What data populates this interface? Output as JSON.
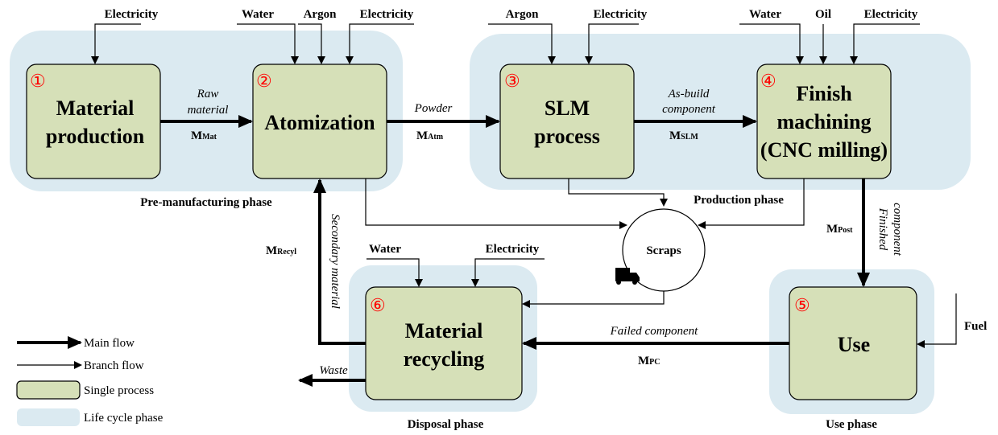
{
  "processes": {
    "p1": {
      "number": "①",
      "line1": "Material",
      "line2": "production"
    },
    "p2": {
      "number": "②",
      "line1": "Atomization"
    },
    "p3": {
      "number": "③",
      "line1": "SLM",
      "line2": "process"
    },
    "p4": {
      "number": "④",
      "line1": "Finish",
      "line2": "machining",
      "line3": "(CNC milling)"
    },
    "p5": {
      "number": "⑤",
      "line1": "Use"
    },
    "p6": {
      "number": "⑥",
      "line1": "Material",
      "line2": "recycling"
    }
  },
  "inputs": {
    "p1_electricity": "Electricity",
    "p2_water": "Water",
    "p2_argon": "Argon",
    "p2_electricity": "Electricity",
    "p3_argon": "Argon",
    "p3_electricity": "Electricity",
    "p4_water": "Water",
    "p4_oil": "Oil",
    "p4_electricity": "Electricity",
    "p6_water": "Water",
    "p6_electricity": "Electricity",
    "p5_fuel": "Fuel"
  },
  "flows": {
    "raw_material_1": "Raw",
    "raw_material_2": "material",
    "m_mat": "M",
    "m_mat_sub": "Mat",
    "powder": "Powder",
    "m_atm": "M",
    "m_atm_sub": "Atm",
    "as_build_1": "As-build",
    "as_build_2": "component",
    "m_slm": "M",
    "m_slm_sub": "SLM",
    "finished_1": "Finished",
    "finished_2": "component",
    "m_post": "M",
    "m_post_sub": "Post",
    "failed": "Failed component",
    "m_pc": "M",
    "m_pc_sub": "PC",
    "secondary": "Secondary material",
    "m_recyl": "M",
    "m_recyl_sub": "Recyl",
    "waste": "Waste",
    "scraps": "Scraps"
  },
  "phases": {
    "pre": "Pre-manufacturing phase",
    "production": "Production phase",
    "use": "Use phase",
    "disposal": "Disposal phase"
  },
  "legend": {
    "main_flow": "Main flow",
    "branch_flow": "Branch flow",
    "single_process": "Single process",
    "life_cycle_phase": "Life cycle phase"
  },
  "colors": {
    "process_fill": "#d6e0b8",
    "phase_fill": "#dbeaf1",
    "number_color": "#ff0000"
  }
}
